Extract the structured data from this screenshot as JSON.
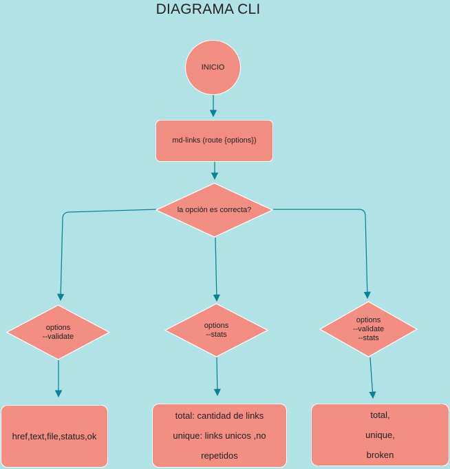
{
  "diagram": {
    "title": "DIAGRAMA CLI",
    "start": {
      "label": "INICIO"
    },
    "call": {
      "label": "md-links (route {options})"
    },
    "decision": {
      "label": "la opción es correcta?"
    },
    "branches": [
      {
        "lines": [
          "options",
          "--validate"
        ]
      },
      {
        "lines": [
          "options",
          "--stats"
        ]
      },
      {
        "lines": [
          "options",
          "--validate",
          "--stats"
        ]
      }
    ],
    "results": [
      {
        "lines": [
          "href,text,file,status,ok"
        ]
      },
      {
        "lines": [
          "total: cantidad de links",
          "unique: links unicos ,no",
          "repetidos"
        ]
      },
      {
        "lines": [
          "total,",
          "unique,",
          "broken"
        ]
      }
    ]
  },
  "colors": {
    "background": "#b1e3e6",
    "node_fill": "#f28f82",
    "node_border": "#ffffff",
    "connector": "#0e8191"
  }
}
